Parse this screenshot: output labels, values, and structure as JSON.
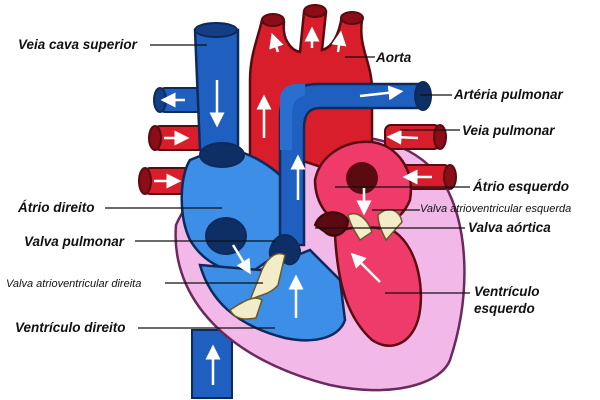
{
  "diagram": {
    "labels": {
      "veia_cava_superior": "Veia cava superior",
      "aorta": "Aorta",
      "arteria_pulmonar": "Artéria pulmonar",
      "veia_pulmonar": "Veia pulmonar",
      "atrio_esquerdo": "Átrio esquerdo",
      "atrio_direito": "Átrio direito",
      "valva_av_esquerda": "Valva atrioventricular esquerda",
      "valva_aortica": "Valva aórtica",
      "valva_pulmonar": "Valva pulmonar",
      "valva_av_direita": "Valva atrioventricular direita",
      "ventriculo_esquerdo_l1": "Ventrículo",
      "ventriculo_esquerdo_l2": "esquerdo",
      "ventriculo_direito": "Ventrículo direito"
    },
    "colors": {
      "oxygenated_red": "#d81e2a",
      "deoxygenated_blue": "#1f5fbf",
      "left_chamber_pink": "#ee3b6a",
      "right_chamber_blue": "#3d8ee6",
      "pericardium_pink": "#f2b8e8",
      "valve_cream": "#f3ecc8"
    }
  }
}
